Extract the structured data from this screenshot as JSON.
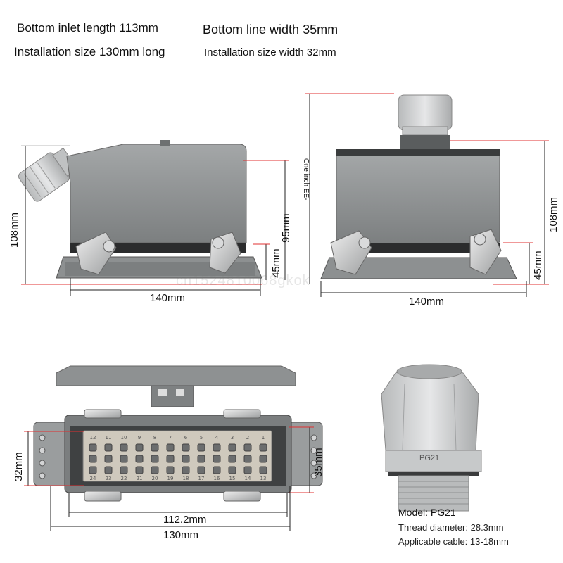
{
  "header": {
    "inlet_length": "Bottom inlet length 113mm",
    "install_length": "Installation size 130mm long",
    "line_width": "Bottom line width 35mm",
    "install_width": "Installation size width 32mm"
  },
  "left_view": {
    "height_label": "108mm",
    "body_height_label": "95mm",
    "base_height_label": "45mm",
    "width_label": "140mm"
  },
  "right_view": {
    "note": "One inch EE-",
    "height_label": "108mm",
    "base_height_label": "45mm",
    "width_label": "140mm"
  },
  "bottom_view": {
    "height_label": "32mm",
    "side_height_label": "35mm",
    "inner_width_label": "112.2mm",
    "outer_width_label": "130mm",
    "pins_top": [
      "1",
      "2",
      "3",
      "4",
      "5",
      "6",
      "7",
      "8",
      "9",
      "10",
      "11",
      "12"
    ],
    "pins_bottom": [
      "13",
      "14",
      "15",
      "16",
      "17",
      "18",
      "19",
      "20",
      "21",
      "22",
      "23",
      "24"
    ]
  },
  "gland": {
    "marking": "PG21",
    "model": "Model: PG21",
    "thread": "Thread diameter: 28.3mm",
    "cable": "Applicable cable: 13-18mm"
  },
  "watermark": "cn1524810068gkok",
  "colors": {
    "housing": "#8a8d8e",
    "housing_dark": "#5f6263",
    "metal": "#c9cbcc",
    "dimension_line": "#e03030",
    "gland": "#cfd1d2"
  }
}
